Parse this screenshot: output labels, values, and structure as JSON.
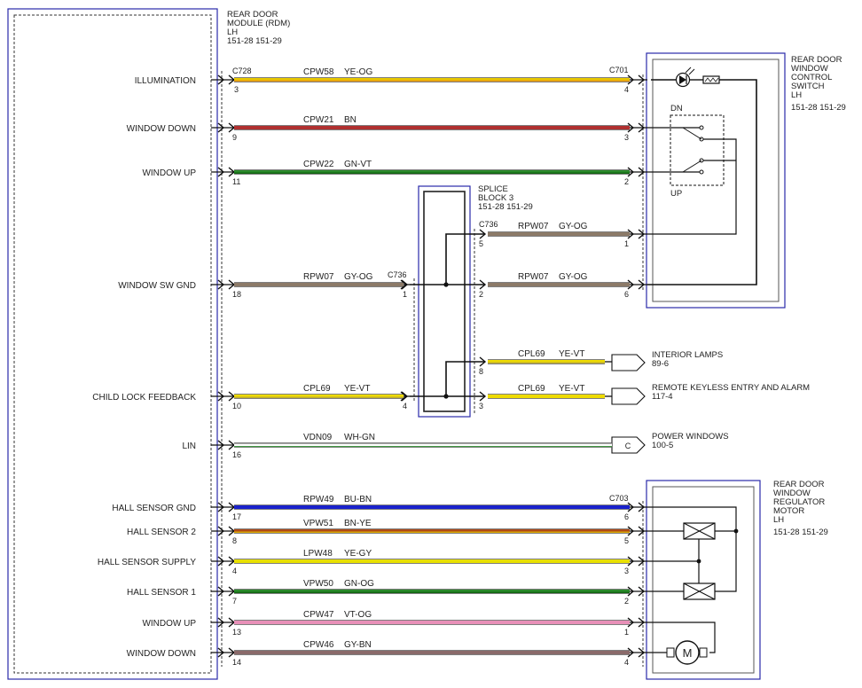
{
  "module": {
    "title_lines": [
      "REAR DOOR",
      "MODULE (RDM)",
      "LH",
      "151-28  151-29"
    ]
  },
  "switch": {
    "title_lines": [
      "REAR DOOR",
      "WINDOW",
      "CONTROL",
      "SWITCH",
      "LH",
      "151-28  151-29"
    ],
    "dn_label": "DN",
    "up_label": "UP"
  },
  "splice": {
    "title_lines": [
      "SPLICE",
      "BLOCK 3",
      "151-28  151-29"
    ]
  },
  "motor_block": {
    "title_lines": [
      "REAR DOOR",
      "WINDOW",
      "REGULATOR",
      "MOTOR",
      "LH",
      "151-28  151-29"
    ],
    "motor_symbol": "M"
  },
  "connectors": {
    "c728": "C728",
    "c701": "C701",
    "c736_left": "C736",
    "c736_right": "C736",
    "c703": "C703"
  },
  "rows": [
    {
      "signal": "ILLUMINATION",
      "pin_left": "3",
      "circuit": "CPW58",
      "color_code": "YE-OG",
      "pin_right": "4",
      "wire_color": "#e8c800",
      "stripe_color": "#e88a1a"
    },
    {
      "signal": "WINDOW DOWN",
      "pin_left": "9",
      "circuit": "CPW21",
      "color_code": "BN",
      "pin_right": "3",
      "wire_color": "#b03030",
      "stripe_color": ""
    },
    {
      "signal": "WINDOW UP",
      "pin_left": "11",
      "circuit": "CPW22",
      "color_code": "GN-VT",
      "pin_right": "2",
      "wire_color": "#2a8a2a",
      "stripe_color": "#0a5a0a"
    },
    {
      "signal": "",
      "pin_left": "5",
      "circuit": "RPW07",
      "color_code": "GY-OG",
      "pin_right": "1",
      "wire_color": "#8c7a68",
      "stripe_color": ""
    },
    {
      "signal": "WINDOW SW GND",
      "pin_left": "18",
      "circuit": "RPW07",
      "color_code": "GY-OG",
      "pin_right": "1",
      "wire_color": "#8c7a68",
      "stripe_color": ""
    },
    {
      "signal": "",
      "pin_left": "2",
      "circuit": "RPW07",
      "color_code": "GY-OG",
      "pin_right": "6",
      "wire_color": "#8c7a68",
      "stripe_color": ""
    },
    {
      "signal": "",
      "pin_left": "8",
      "circuit": "CPL69",
      "color_code": "YE-VT",
      "pin_right": "",
      "wire_color": "#eedb00",
      "stripe_color": "#b0a040"
    },
    {
      "signal": "CHILD LOCK FEEDBACK",
      "pin_left": "10",
      "circuit": "CPL69",
      "color_code": "YE-VT",
      "pin_right": "4",
      "wire_color": "#eedb00",
      "stripe_color": "#b0a040"
    },
    {
      "signal": "",
      "pin_left": "3",
      "circuit": "CPL69",
      "color_code": "YE-VT",
      "pin_right": "",
      "wire_color": "#eedb00",
      "stripe_color": ""
    },
    {
      "signal": "LIN",
      "pin_left": "16",
      "circuit": "VDN09",
      "color_code": "WH-GN",
      "pin_right": "",
      "wire_color": "#ffffff",
      "stripe_color": "#2a8a2a"
    },
    {
      "signal": "HALL SENSOR GND",
      "pin_left": "17",
      "circuit": "RPW49",
      "color_code": "BU-BN",
      "pin_right": "6",
      "wire_color": "#1a22cc",
      "stripe_color": ""
    },
    {
      "signal": "HALL SENSOR 2",
      "pin_left": "8",
      "circuit": "VPW51",
      "color_code": "BN-YE",
      "pin_right": "5",
      "wire_color": "#b04a18",
      "stripe_color": "#e8c800"
    },
    {
      "signal": "HALL SENSOR SUPPLY",
      "pin_left": "4",
      "circuit": "LPW48",
      "color_code": "YE-GY",
      "pin_right": "3",
      "wire_color": "#e8e000",
      "stripe_color": ""
    },
    {
      "signal": "HALL SENSOR 1",
      "pin_left": "7",
      "circuit": "VPW50",
      "color_code": "GN-OG",
      "pin_right": "2",
      "wire_color": "#2a8a2a",
      "stripe_color": "#0a5a0a"
    },
    {
      "signal": "WINDOW UP",
      "pin_left": "13",
      "circuit": "CPW47",
      "color_code": "VT-OG",
      "pin_right": "1",
      "wire_color": "#e890b8",
      "stripe_color": ""
    },
    {
      "signal": "WINDOW DOWN",
      "pin_left": "14",
      "circuit": "CPW46",
      "color_code": "GY-BN",
      "pin_right": "4",
      "wire_color": "#8a6a6a",
      "stripe_color": ""
    }
  ],
  "destinations": [
    {
      "name": "INTERIOR LAMPS",
      "ref": "89-6",
      "symbol": ""
    },
    {
      "name": "REMOTE KEYLESS ENTRY AND ALARM",
      "ref": "117-4",
      "symbol": ""
    },
    {
      "name": "POWER WINDOWS",
      "ref": "100-5",
      "symbol": "C"
    }
  ],
  "colors": {
    "module_border": "#2a2aaa",
    "outline": "#222222",
    "terminal_fill": "#ffffff"
  }
}
